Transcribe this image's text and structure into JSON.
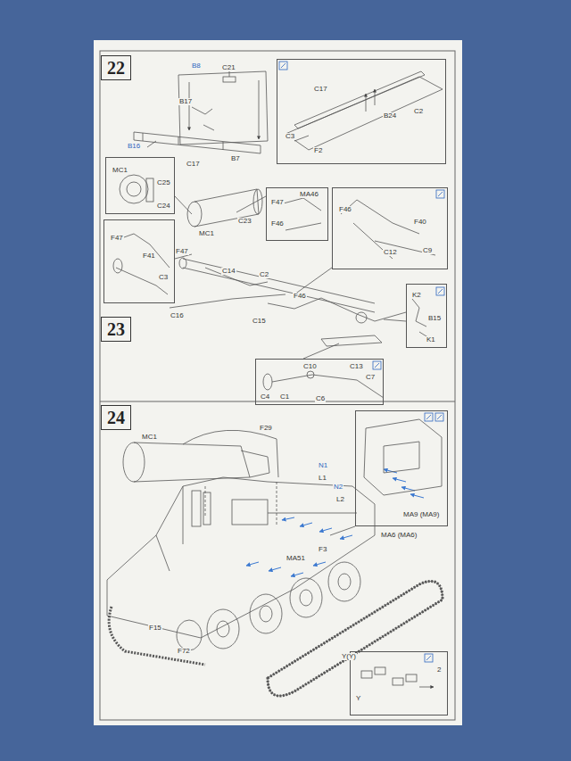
{
  "diagram": {
    "nodes": [
      {
        "text": [
          "22"
        ]
      },
      {
        "text": [
          "C17",
          "B24",
          "C2",
          "C3",
          "F2"
        ]
      },
      {
        "text": [
          "MC1",
          "C25",
          "C24"
        ]
      },
      {
        "text": [
          "F47",
          "F41",
          "C3"
        ]
      },
      {
        "text": [
          "MA46",
          "F47",
          "F46"
        ]
      },
      {
        "text": [
          "F46",
          "F40",
          "C12",
          "C9"
        ]
      },
      {
        "text": [
          "K2",
          "B15",
          "K1"
        ]
      },
      {
        "text": [
          "23"
        ]
      },
      {
        "text": [
          "C10",
          "C13",
          "C4",
          "C1",
          "C7",
          "C6"
        ]
      },
      {
        "text": [
          "24"
        ]
      },
      {
        "text": [
          "MA9 (MA9)"
        ]
      },
      {
        "text": [
          "Y",
          "2"
        ]
      }
    ],
    "labels": [
      "B8",
      "C21",
      "B17",
      "B16",
      "C17",
      "B7",
      "MC1",
      "C23",
      "F47",
      "C14",
      "C2",
      "C16",
      "C15",
      "F46",
      "F29",
      "MC1",
      "N1",
      "L1",
      "N2",
      "L2",
      "F3",
      "MA51",
      "MA6 (MA6)",
      "F15",
      "F72",
      "Y(Y)"
    ]
  }
}
